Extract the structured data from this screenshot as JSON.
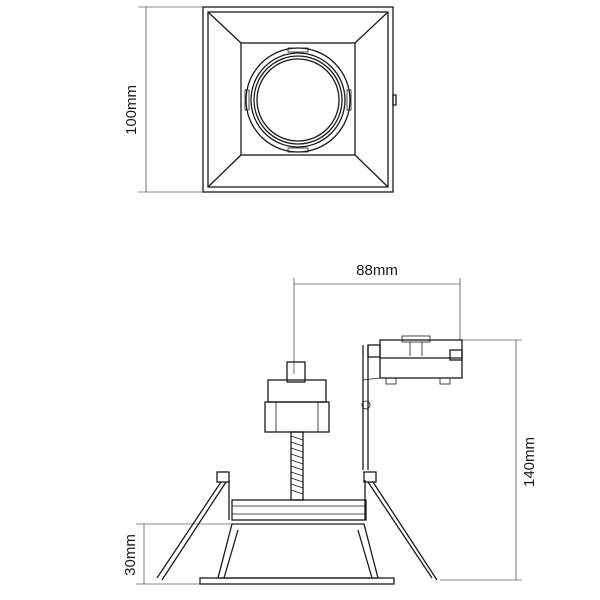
{
  "top_view": {
    "height_label": "100mm"
  },
  "side_view": {
    "width_label": "88mm",
    "height_label": "140mm",
    "bezel_label": "30mm"
  }
}
